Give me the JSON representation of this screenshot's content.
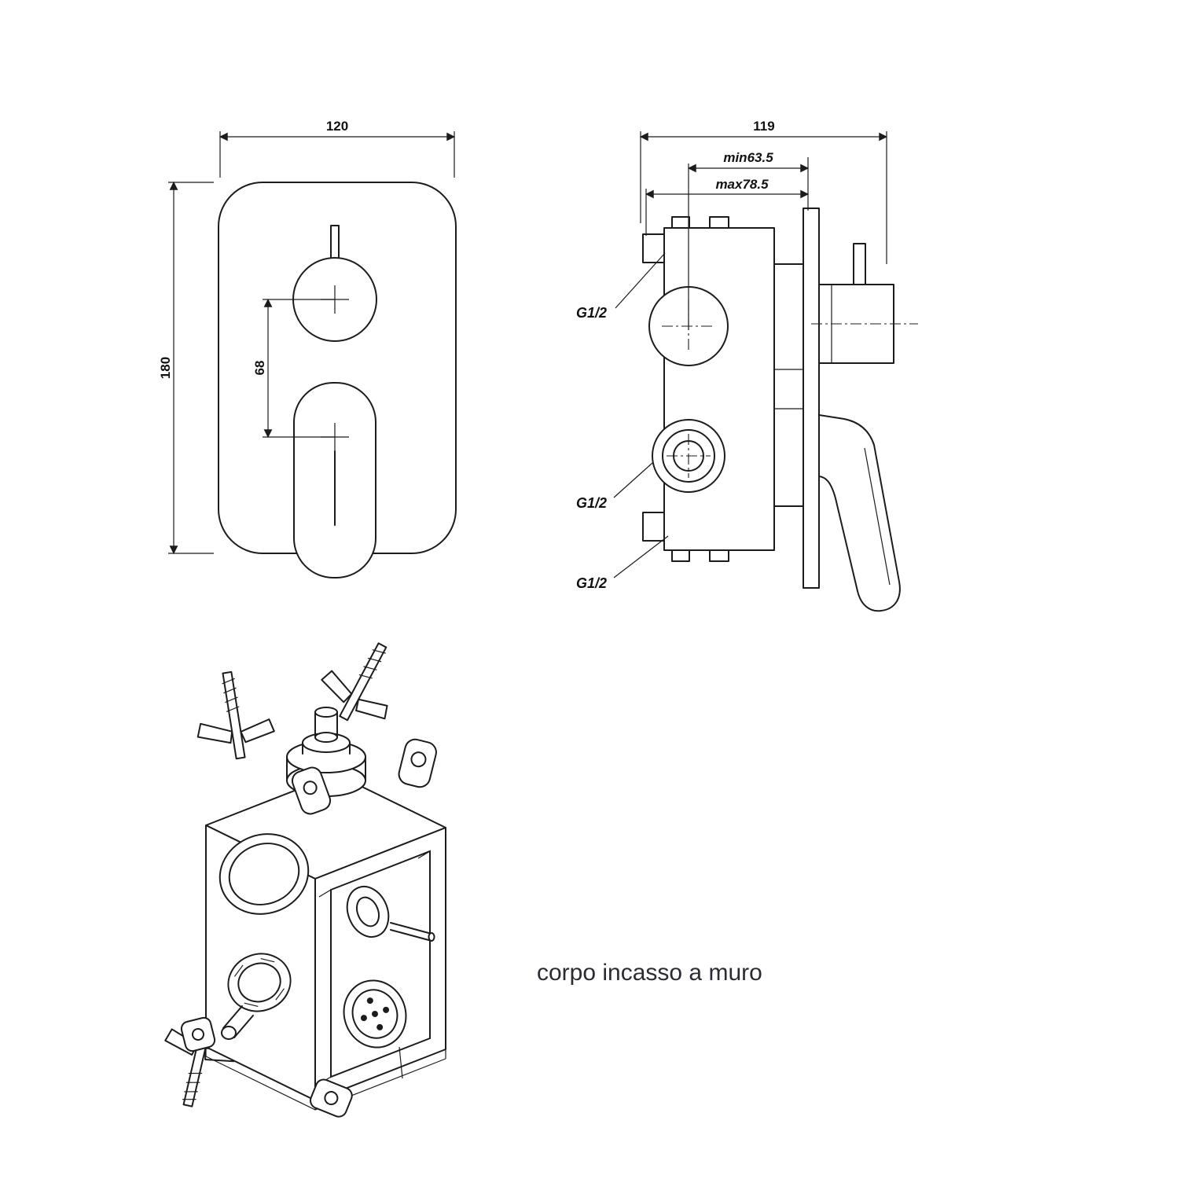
{
  "drawing": {
    "caption": "corpo incasso a muro"
  },
  "front_view": {
    "dim_width_mm": "120",
    "dim_height_mm": "180",
    "dim_center_distance_mm": "68"
  },
  "side_view": {
    "dim_depth_mm": "119",
    "dim_min": "min63.5",
    "dim_max": "max78.5",
    "connection_top": "G1/2",
    "connection_middle": "G1/2",
    "connection_bottom": "G1/2"
  },
  "colors": {
    "line": "#1c1c1c",
    "background": "#ffffff",
    "caption_text": "#2b2b33"
  }
}
